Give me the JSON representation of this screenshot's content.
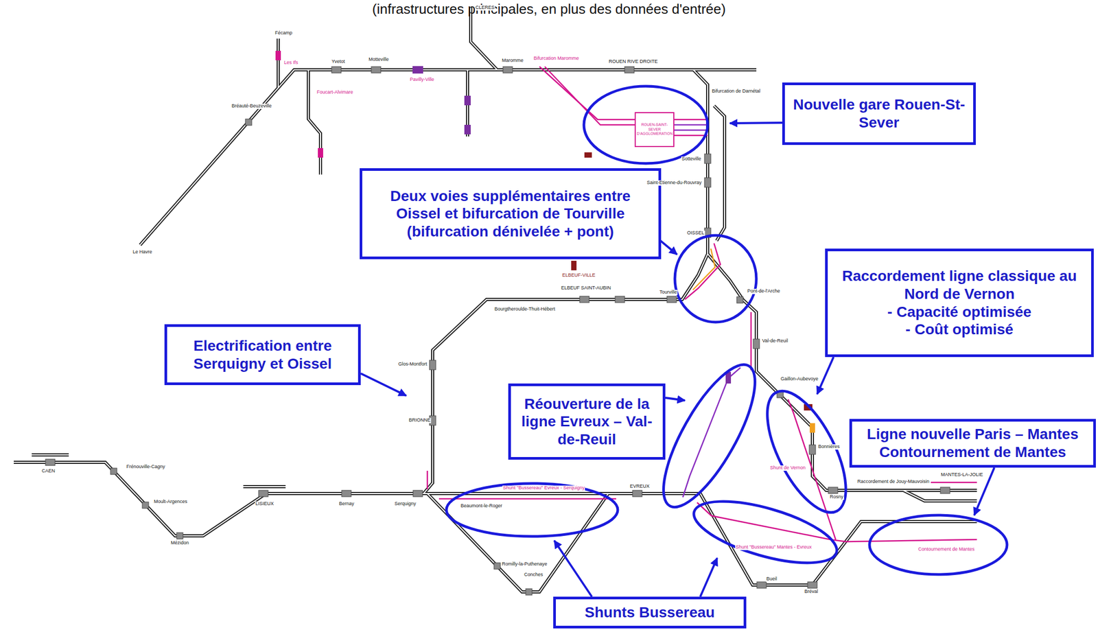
{
  "diagram": {
    "title": "(infrastructures principales, en plus des données d'entrée)",
    "nodes": [
      {
        "text": [
          "ROUEN-SAINT-SEVER D'AGGLOMERATION"
        ]
      },
      {
        "text": [
          "Nouvelle gare Rouen-St-Sever"
        ]
      },
      {
        "text": [
          "Deux voies supplémentaires entre Oissel et bifurcation de Tourville (bifurcation dénivelée + pont)"
        ]
      },
      {
        "text": [
          "Raccordement ligne classique au Nord de Vernon",
          "- Capacité optimisée",
          "- Coût optimisé"
        ]
      },
      {
        "text": [
          "Electrification entre Serquigny et Oissel"
        ]
      },
      {
        "text": [
          "Réouverture de la ligne Evreux – Val-de-Reuil"
        ]
      },
      {
        "text": [
          "Ligne nouvelle Paris – Mantes",
          "Contournement de Mantes"
        ]
      },
      {
        "text": [
          "Shunts Bussereau"
        ]
      }
    ],
    "labels": [
      "Fécamp",
      "Les Ifs",
      "Bréauté-Beuzeville",
      "Foucart-Alvimare",
      "Yvetot",
      "Motteville",
      "Pavilly-Ville",
      "CLERES",
      "Maromme",
      "Bifurcation Maromme",
      "ROUEN RIVE DROITE",
      "Bifurcation de Darnétal",
      "Sotteville",
      "Saint-Etienne-du-Rouvray",
      "OISSEL",
      "ELBEUF-VILLE",
      "ELBEUF SAINT-AUBIN",
      "Tourville",
      "Pont-de-l'Arche",
      "Bourgtheroulde-Thuit-Hébert",
      "Glos-Montfort",
      "BRIONNE",
      "Serquigny",
      "Bernay",
      "LISIEUX",
      "CAEN",
      "Frénouville-Cagny",
      "Moult-Argences",
      "Mézidon",
      "Beaumont-le-Roger",
      "Romilly-la-Puthenaye",
      "Conches",
      "EVREUX",
      "Val-de-Reuil",
      "Gaillon-Aubevoye",
      "Bonnières",
      "Rosny",
      "Raccordement de Jouy-Mauvoisin",
      "MANTES-LA-JOLIE",
      "Bueil",
      "Bréval",
      "Shunt \"Bussereau\" Evreux - Serquigny",
      "Shunt \"Bussereau\" Mantes - Evreux",
      "Contournement de Mantes",
      "Shunt de Vernon",
      "Le Havre"
    ]
  }
}
